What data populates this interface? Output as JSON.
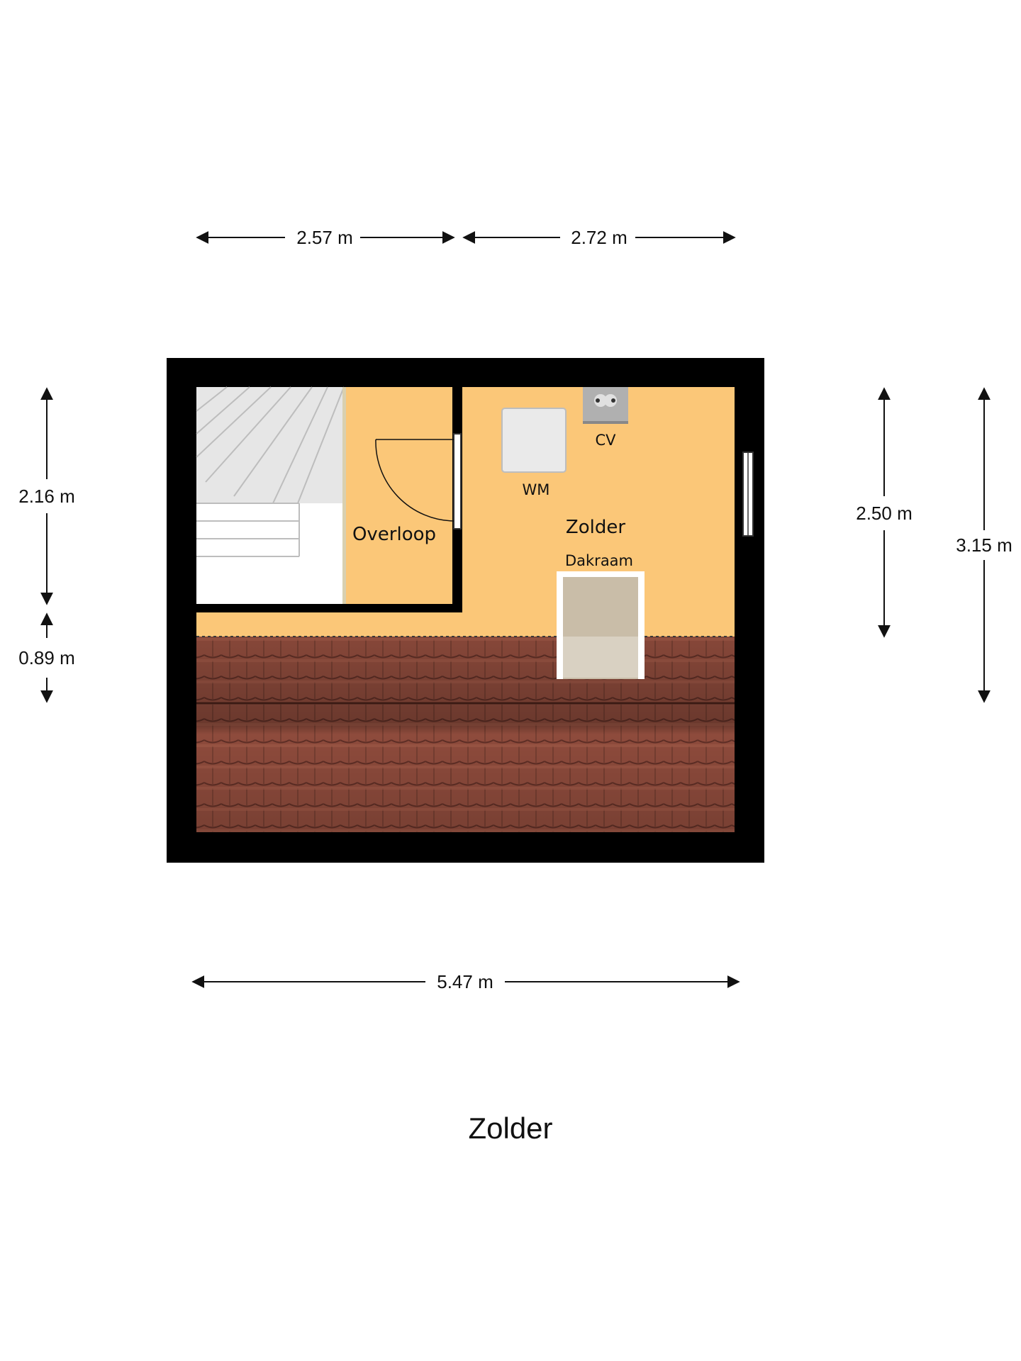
{
  "floor_title": "Zolder",
  "rooms": {
    "overloop": "Overloop",
    "zolder": "Zolder"
  },
  "fixtures": {
    "wm": "WM",
    "cv": "CV",
    "dakraam": "Dakraam"
  },
  "dimensions": {
    "top_left": "2.57 m",
    "top_right": "2.72 m",
    "left_upper": "2.16 m",
    "left_lower": "0.89 m",
    "right_inner": "2.50 m",
    "right_outer": "3.15 m",
    "bottom": "5.47 m"
  },
  "colors": {
    "wall": "#000000",
    "floor": "#FBC778",
    "roof_tile": "#8E4B3C",
    "stairs": "#E4E4E4"
  }
}
